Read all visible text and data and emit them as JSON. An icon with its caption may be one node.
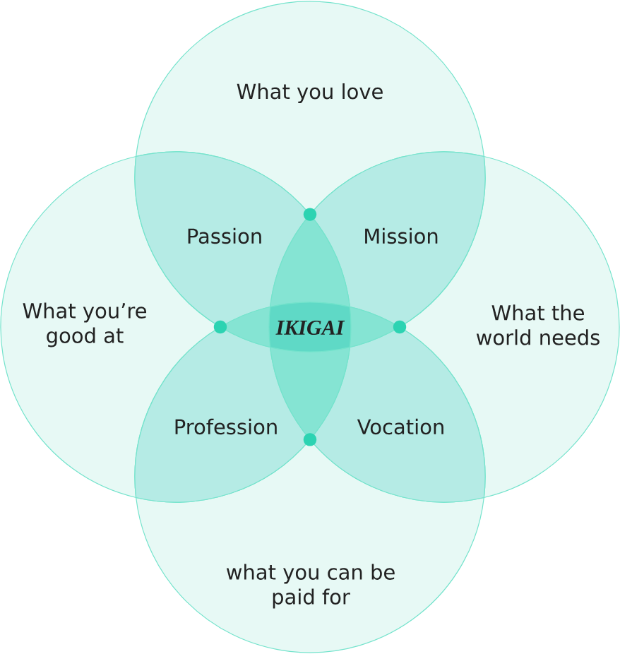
{
  "diagram": {
    "nodes": [
      {
        "text": [
          "What you love"
        ]
      },
      {
        "text": [
          "What you’re good at"
        ]
      },
      {
        "text": [
          "What the world needs"
        ]
      },
      {
        "text": [
          "what you can be paid for"
        ]
      },
      {
        "text": [
          "Passion"
        ]
      },
      {
        "text": [
          "Mission"
        ]
      },
      {
        "text": [
          "Profession"
        ]
      },
      {
        "text": [
          "Vocation"
        ]
      },
      {
        "text": [
          "IKIGAI"
        ]
      }
    ]
  }
}
